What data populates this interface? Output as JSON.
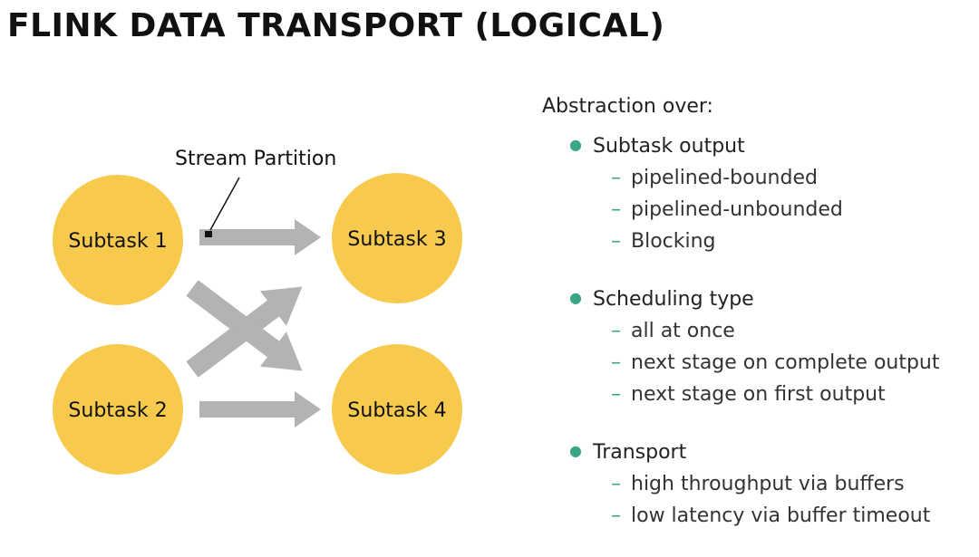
{
  "title": "FLINK DATA TRANSPORT (LOGICAL)",
  "colors": {
    "node_fill": "#f7ca4d",
    "arrow_fill": "#b3b3b3",
    "bullet": "#3aa587"
  },
  "diagram": {
    "nodes": [
      {
        "id": "s1",
        "label": "Subtask 1"
      },
      {
        "id": "s2",
        "label": "Subtask 2"
      },
      {
        "id": "s3",
        "label": "Subtask 3"
      },
      {
        "id": "s4",
        "label": "Subtask 4"
      }
    ],
    "edges": [
      {
        "from": "s1",
        "to": "s3"
      },
      {
        "from": "s1",
        "to": "s4"
      },
      {
        "from": "s2",
        "to": "s3"
      },
      {
        "from": "s2",
        "to": "s4"
      }
    ],
    "callout": "Stream Partition"
  },
  "panel": {
    "heading": "Abstraction over:",
    "sections": [
      {
        "title": "Subtask output",
        "items": [
          "pipelined-bounded",
          "pipelined-unbounded",
          "Blocking"
        ]
      },
      {
        "title": "Scheduling type",
        "items": [
          "all at once",
          "next stage on complete output",
          "next stage on first output"
        ]
      },
      {
        "title": "Transport",
        "items": [
          "high throughput via buffers",
          "low latency via buffer timeout"
        ]
      }
    ]
  }
}
